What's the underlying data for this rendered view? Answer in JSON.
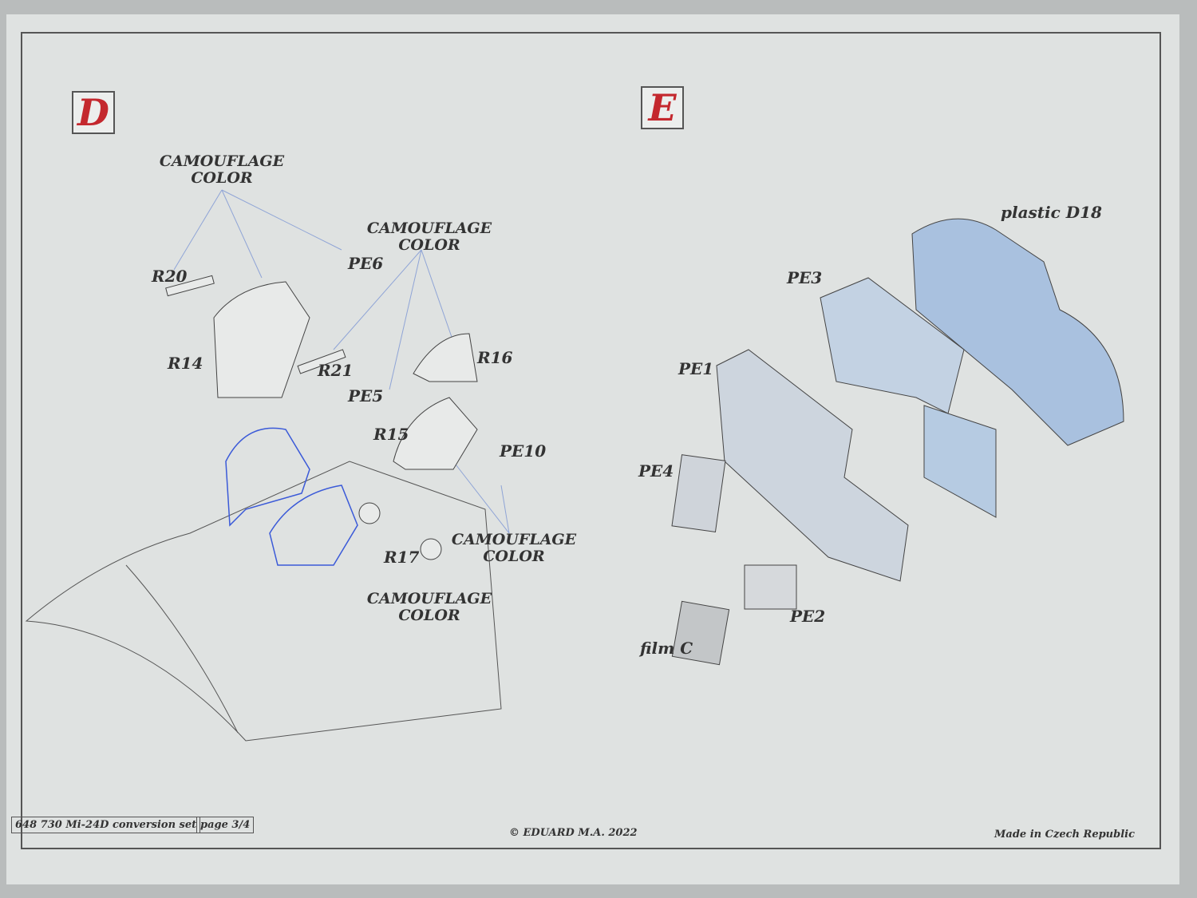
{
  "sections": {
    "d": "D",
    "e": "E"
  },
  "section_d": {
    "camo1": "CAMOUFLAGE COLOR",
    "camo2": "CAMOUFLAGE COLOR",
    "camo3": "CAMOUFLAGE COLOR",
    "camo4": "CAMOUFLAGE COLOR",
    "parts": [
      "R20",
      "PE6",
      "R14",
      "R21",
      "R16",
      "PE5",
      "R15",
      "PE10",
      "R17"
    ]
  },
  "section_e": {
    "parts": [
      "plastic D18",
      "PE3",
      "PE1",
      "PE4",
      "PE2",
      "film C"
    ]
  },
  "footer": {
    "set": "648 730  Mi-24D conversion set",
    "page": "page 3/4",
    "copyright": "© EDUARD  M.A. 2022",
    "made": "Made in Czech Republic"
  }
}
